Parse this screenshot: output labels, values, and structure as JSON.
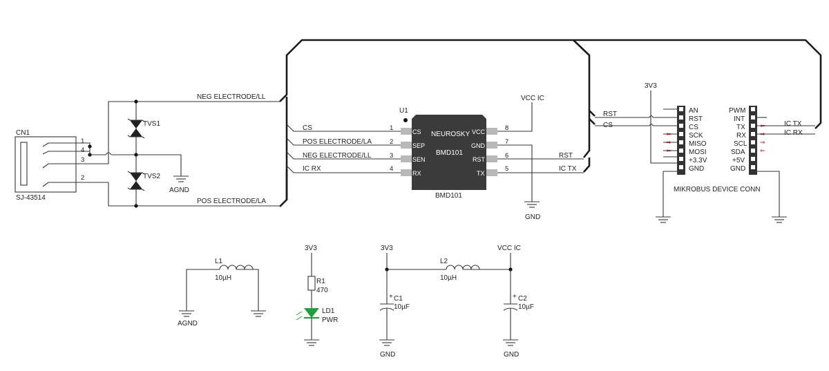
{
  "connector": {
    "ref": "CN1",
    "part": "SJ-43514",
    "pins": [
      "1",
      "4",
      "3",
      "2"
    ]
  },
  "tvs": {
    "tvs1": "TVS1",
    "tvs2": "TVS2"
  },
  "grounds": {
    "agnd": "AGND",
    "gnd": "GND"
  },
  "nets": {
    "neg_electrode": "NEG ELECTRODE/LL",
    "pos_electrode": "POS ELECTRODE/LA",
    "cs": "CS",
    "ic_rx": "IC RX",
    "ic_tx": "IC TX",
    "rst": "RST",
    "vcc_ic": "VCC IC",
    "v3v3": "3V3"
  },
  "ic": {
    "ref": "U1",
    "brand": "NEUROSKY",
    "model": "BMD101",
    "name": "BMD101",
    "left_pins": [
      {
        "num": "1",
        "name": "CS"
      },
      {
        "num": "2",
        "name": "SEP"
      },
      {
        "num": "3",
        "name": "SEN"
      },
      {
        "num": "4",
        "name": "RX"
      }
    ],
    "right_pins": [
      {
        "num": "8",
        "name": "VCC"
      },
      {
        "num": "7",
        "name": "GND"
      },
      {
        "num": "6",
        "name": "RST"
      },
      {
        "num": "5",
        "name": "TX"
      }
    ]
  },
  "mikrobus": {
    "title": "MIKROBUS DEVICE CONN",
    "left": [
      "AN",
      "RST",
      "CS",
      "SCK",
      "MISO",
      "MOSI",
      "+3.3V",
      "GND"
    ],
    "right": [
      "PWM",
      "INT",
      "TX",
      "RX",
      "SCL",
      "SDA",
      "+5V",
      "GND"
    ],
    "arrow_left": "⇐",
    "arrow_right": "⇒"
  },
  "components": {
    "l1": {
      "ref": "L1",
      "value": "10µH"
    },
    "l2": {
      "ref": "L2",
      "value": "10µH"
    },
    "r1": {
      "ref": "R1",
      "value": "470"
    },
    "ld1": {
      "ref": "LD1",
      "value": "PWR"
    },
    "c1": {
      "ref": "C1",
      "value": "10µF",
      "pol": "+"
    },
    "c2": {
      "ref": "C2",
      "value": "10µF",
      "pol": "+"
    }
  },
  "colors": {
    "ic_body": "#3b3b3b",
    "pin_gray": "#b8b8b8",
    "led_green": "#1fa03a",
    "arrow_red": "#e0191b"
  }
}
